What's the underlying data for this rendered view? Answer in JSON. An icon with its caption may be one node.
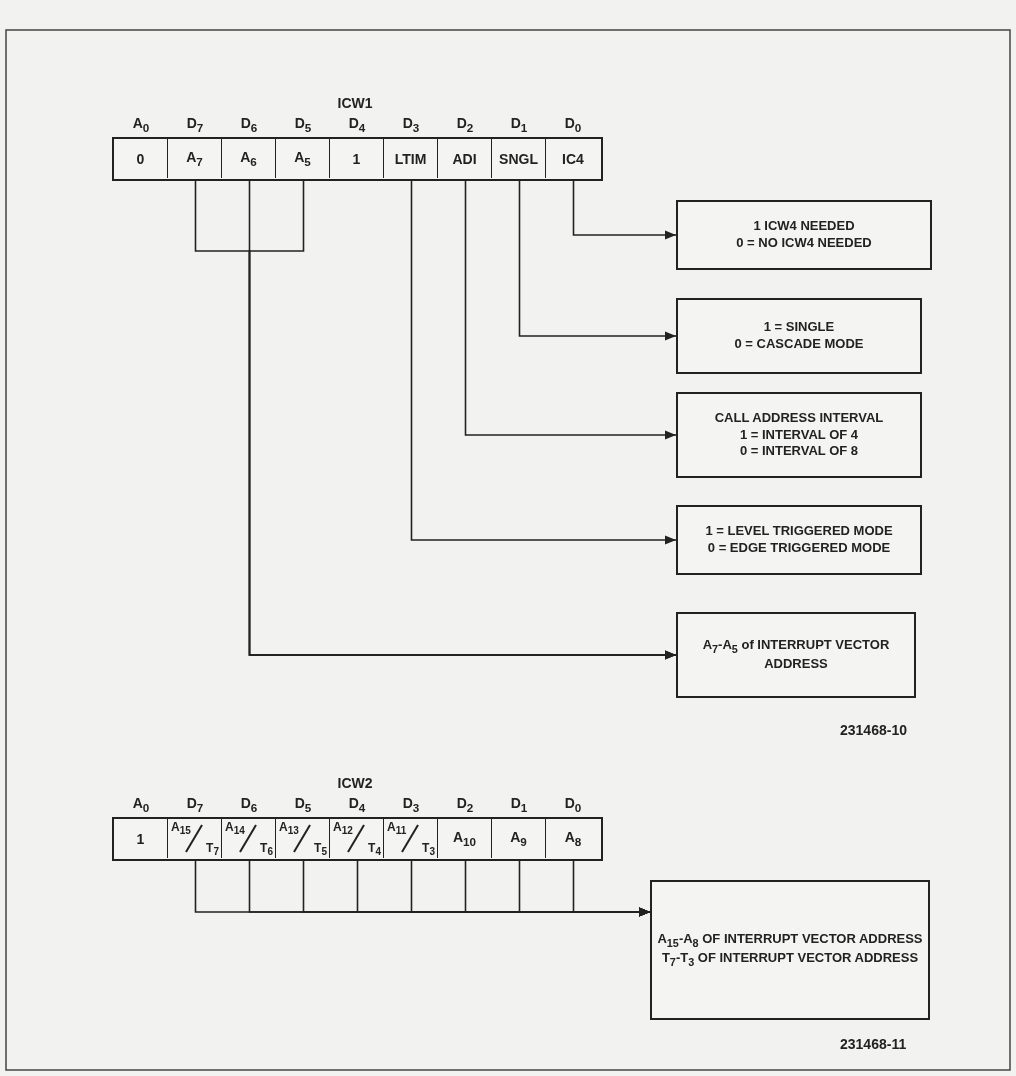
{
  "diagram": {
    "nodes": [
      {
        "text": [
          "ICW1"
        ]
      },
      {
        "text": [
          "0"
        ],
        "in": 0,
        "beside": [
          "A$_{0}$"
        ]
      },
      {
        "text": [
          "A$_{7}$"
        ],
        "in": 0,
        "beside": [
          "D$_{7}$"
        ]
      },
      {
        "text": [
          "A$_{6}$"
        ],
        "in": 0,
        "beside": [
          "D$_{6}$"
        ]
      },
      {
        "text": [
          "A$_{5}$"
        ],
        "in": 0,
        "beside": [
          "D$_{5}$"
        ]
      },
      {
        "text": [
          "1"
        ],
        "in": 0,
        "beside": [
          "D$_{4}$"
        ]
      },
      {
        "text": [
          "LTIM"
        ],
        "in": 0,
        "beside": [
          "D$_{3}$"
        ]
      },
      {
        "text": [
          "ADI"
        ],
        "in": 0,
        "beside": [
          "D$_{2}$"
        ]
      },
      {
        "text": [
          "SNGL"
        ],
        "in": 0,
        "beside": [
          "D$_{1}$"
        ]
      },
      {
        "text": [
          "IC4"
        ],
        "in": 0,
        "beside": [
          "D$_{0}$"
        ]
      },
      {
        "text": [
          "1 ICW4 NEEDED",
          "0 = NO ICW4 NEEDED"
        ]
      },
      {
        "text": [
          "1 = SINGLE",
          "0 = CASCADE MODE"
        ]
      },
      {
        "text": [
          "CALL ADDRESS INTERVAL",
          "1 = INTERVAL OF 4",
          "0 = INTERVAL OF 8"
        ]
      },
      {
        "text": [
          "1 = LEVEL TRIGGERED MODE",
          "0 = EDGE TRIGGERED MODE"
        ]
      },
      {
        "text": [
          "A$_{7}$-A$_{5}$ of INTERRUPT VECTOR ADDRESS"
        ]
      },
      {
        "text": [
          "ICW2"
        ]
      },
      {
        "text": [
          "1"
        ],
        "in": 15,
        "beside": [
          "A$_{0}$"
        ]
      },
      {
        "text": [
          "A$_{15}$",
          "T$_{7}$"
        ],
        "in": 15,
        "beside": [
          "D$_{7}$"
        ]
      },
      {
        "text": [
          "A$_{14}$",
          "T$_{6}$"
        ],
        "in": 15,
        "beside": [
          "D$_{6}$"
        ]
      },
      {
        "text": [
          "A$_{13}$",
          "T$_{5}$"
        ],
        "in": 15,
        "beside": [
          "D$_{5}$"
        ]
      },
      {
        "text": [
          "A$_{12}$",
          "T$_{4}$"
        ],
        "in": 15,
        "beside": [
          "D$_{4}$"
        ]
      },
      {
        "text": [
          "A$_{11}$",
          "T$_{3}$"
        ],
        "in": 15,
        "beside": [
          "D$_{3}$"
        ]
      },
      {
        "text": [
          "A$_{10}$"
        ],
        "in": 15,
        "beside": [
          "D$_{2}$"
        ]
      },
      {
        "text": [
          "A$_{9}$"
        ],
        "in": 15,
        "beside": [
          "D$_{1}$"
        ]
      },
      {
        "text": [
          "A$_{8}$"
        ],
        "in": 15,
        "beside": [
          "D$_{0}$"
        ]
      },
      {
        "text": [
          "A$_{15}$-A$_{8}$ OF INTERRUPT VECTOR ADDRESS",
          "T$_{7}$-T$_{3}$ OF INTERRUPT VECTOR ADDRESS"
        ]
      }
    ],
    "edges": [
      {
        "from": 9,
        "to": 10,
        "arrow": "to"
      },
      {
        "from": 8,
        "to": 11,
        "arrow": "to"
      },
      {
        "from": 7,
        "to": 12,
        "arrow": "to"
      },
      {
        "from": 6,
        "to": 13,
        "arrow": "to"
      },
      {
        "from": 2,
        "to": 14,
        "arrow": "to"
      },
      {
        "from": 3,
        "to": 14,
        "arrow": "to"
      },
      {
        "from": 4,
        "to": 14,
        "arrow": "to"
      },
      {
        "from": 17,
        "to": 25,
        "arrow": "to"
      },
      {
        "from": 18,
        "to": 25,
        "arrow": "to"
      },
      {
        "from": 19,
        "to": 25,
        "arrow": "to"
      },
      {
        "from": 20,
        "to": 25,
        "arrow": "to"
      },
      {
        "from": 21,
        "to": 25,
        "arrow": "to"
      },
      {
        "from": 22,
        "to": 25,
        "arrow": "to"
      },
      {
        "from": 23,
        "to": 25,
        "arrow": "to"
      },
      {
        "from": 24,
        "to": 25,
        "arrow": "to"
      }
    ],
    "labels": [
      "231468-10",
      "231468-11"
    ]
  }
}
